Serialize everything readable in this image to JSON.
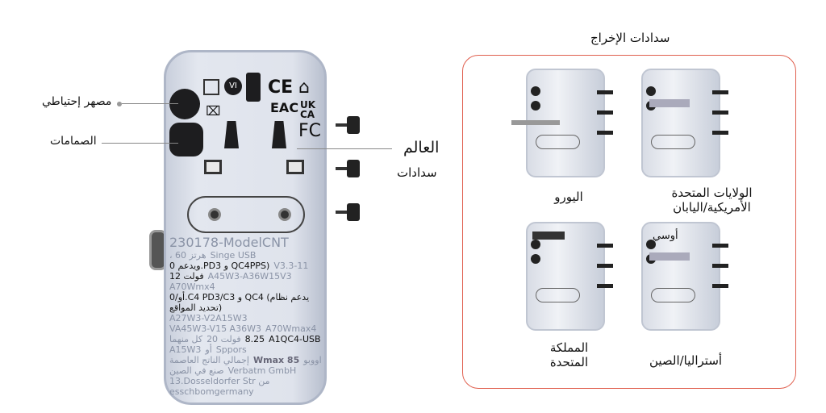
{
  "main_product": {
    "callouts": {
      "backup_source": "مصهر إحتياطي",
      "fuses": "الصمامات",
      "world": "العالم",
      "outputs": "سدادات"
    },
    "marks": [
      "VI",
      "CE",
      "EAC",
      "UK CA",
      "FC"
    ],
    "label_lines": [
      "230178-ModelCNT",
      "، 60 هرتز",
      "Singe USB",
      "ويدعم 0.PD3 و QC4PPS)",
      "V3.3-11",
      "12 فولت",
      "A45W3-A36W15V3",
      "A70Wmx4",
      "أو/0.C4 PD3/C3 و QC4 (يدعم نظام تحديد المواقع)",
      "A27W3-V2A15W3",
      "VA45W3-V15 A36W3",
      "A70Wmax4",
      "كل منهما",
      "20 فولت",
      "8.25",
      "A1QC4-USB",
      "A15W3",
      "أو",
      "Sppors",
      "إجمالي الناتج العاصمة",
      "Wmax 85",
      "اووبو",
      "صنع في الصين",
      "Verbatm GmbH",
      "13.Dosseldorfer Str من",
      "esschbomgermany"
    ]
  },
  "output_plugs": {
    "title": "سدادات الإخراج",
    "accent_color": "#e0604f",
    "items": [
      {
        "label": "اليورو"
      },
      {
        "label": "الولايات المتحدة الأمريكية/اليابان"
      },
      {
        "label": "المملكة المتحدة"
      },
      {
        "label": "أستراليا/الصين",
        "overlay": "أوسي"
      }
    ]
  }
}
